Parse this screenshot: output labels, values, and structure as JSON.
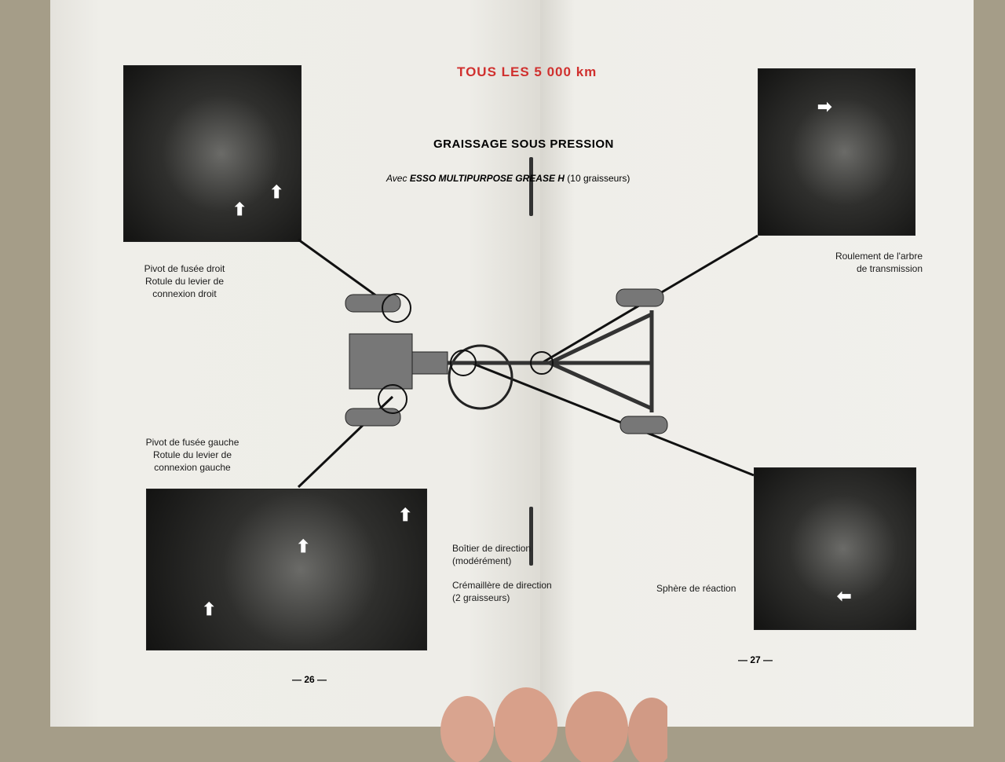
{
  "header": {
    "title": "TOUS LES 5 000 km",
    "subtitle": "GRAISSAGE SOUS PRESSION",
    "with_prefix": "Avec",
    "product": "ESSO MULTIPURPOSE GREASE H",
    "count_note": "(10 graisseurs)"
  },
  "labels": {
    "top_left": [
      "Pivot de fusée droit",
      "Rotule du levier de",
      "connexion droit"
    ],
    "bottom_left": [
      "Pivot de fusée gauche",
      "Rotule du levier de",
      "connexion gauche"
    ],
    "steering_box": [
      "Boîtier de direction",
      "(modérément)"
    ],
    "rack": [
      "Crémaillère de direction",
      "(2 graisseurs)"
    ],
    "top_right": [
      "Roulement de l'arbre",
      "de transmission"
    ],
    "bottom_right": "Sphère de réaction"
  },
  "pages": {
    "left": "— 26 —",
    "right": "— 27 —"
  }
}
